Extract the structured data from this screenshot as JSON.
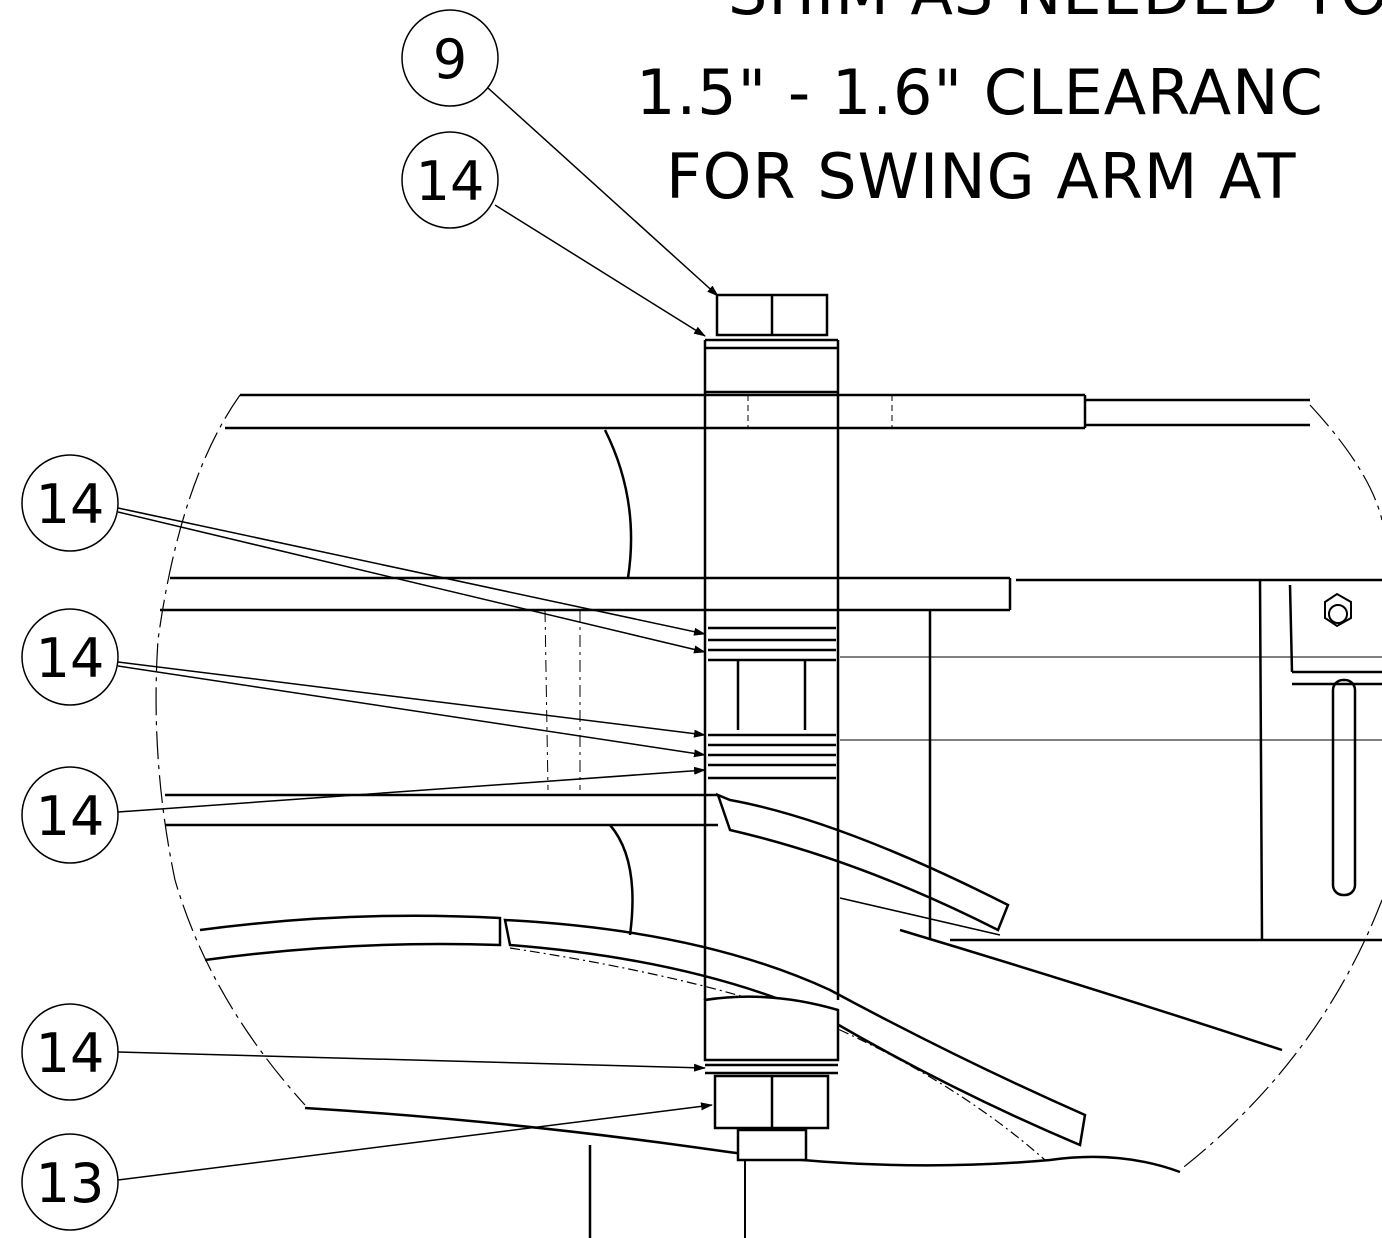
{
  "note": {
    "line1": "SHIM AS NEEDED TO",
    "line2": "1.5\" - 1.6\" CLEARANC",
    "line3": "FOR SWING ARM AT"
  },
  "balloons": [
    {
      "label": "9"
    },
    {
      "label": "14"
    },
    {
      "label": "14"
    },
    {
      "label": "14"
    },
    {
      "label": "14"
    },
    {
      "label": "14"
    },
    {
      "label": "13"
    }
  ],
  "colors": {
    "ink": "#000000",
    "paper": "#ffffff"
  }
}
